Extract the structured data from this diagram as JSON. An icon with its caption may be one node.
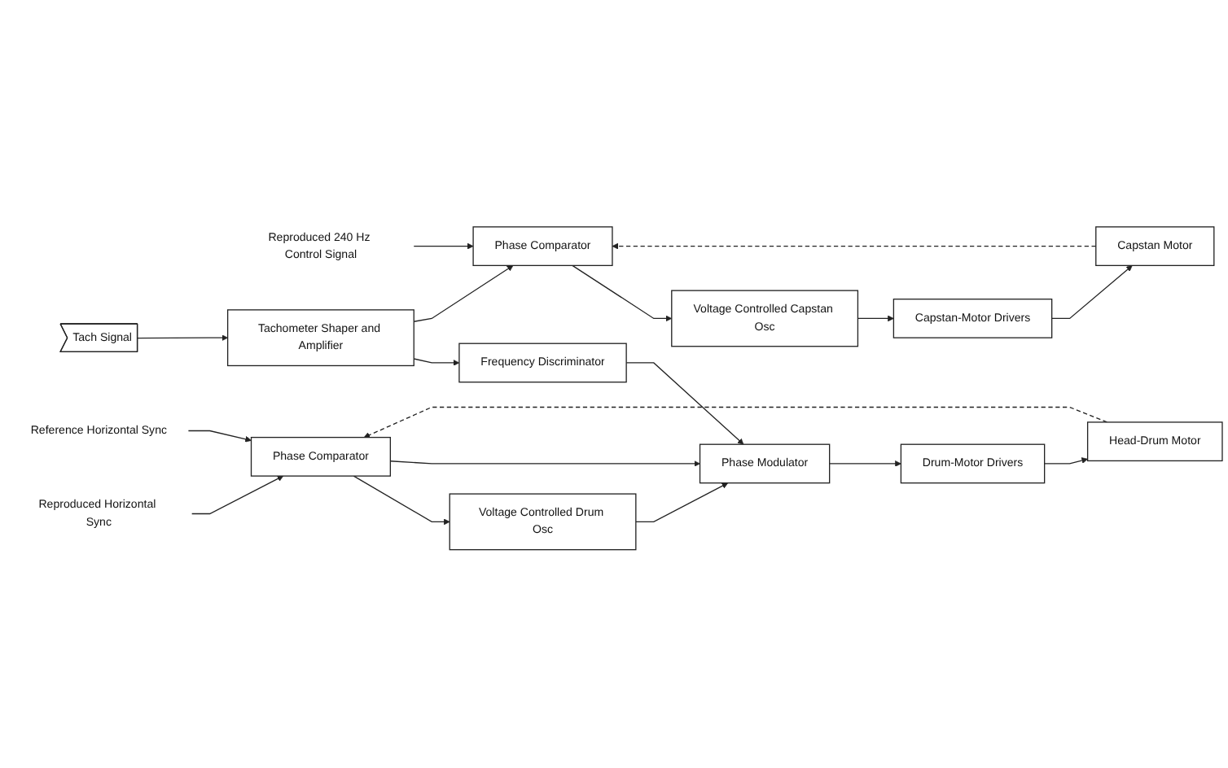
{
  "diagram": {
    "nodes": [
      {
        "text": [
          "Reproduced 240 Hz Control Signal"
        ]
      },
      {
        "text": [
          "Phase Comparator"
        ]
      },
      {
        "text": [
          "Voltage Controlled Capstan Osc"
        ]
      },
      {
        "text": [
          "Capstan-Motor Drivers"
        ]
      },
      {
        "text": [
          "Capstan Motor"
        ]
      },
      {
        "text": [
          "Reproduced Horizontal Sync"
        ]
      },
      {
        "text": [
          "Phase Comparator"
        ]
      },
      {
        "text": [
          "Voltage Controlled Drum Osc"
        ]
      },
      {
        "text": [
          "Reference Horizontal Sync"
        ]
      },
      {
        "text": [
          "Phase Modulator"
        ]
      },
      {
        "text": [
          "Drum-Motor Drivers"
        ]
      },
      {
        "text": [
          "Head-Drum Motor"
        ]
      },
      {
        "text": [
          "Frequency Discriminator"
        ]
      },
      {
        "text": [
          "Tachometer Shaper and Amplifier"
        ]
      },
      {
        "text": [
          "Tach Signal"
        ]
      }
    ],
    "edges": [
      {
        "from": 0,
        "to": 1,
        "arrow": "to"
      },
      {
        "from": 1,
        "to": 2,
        "arrow": "to"
      },
      {
        "from": 2,
        "to": 3,
        "arrow": "to"
      },
      {
        "from": 3,
        "to": 4,
        "arrow": "to"
      },
      {
        "from": 4,
        "to": 1,
        "arrow": "to",
        "style": "dashed"
      },
      {
        "from": 5,
        "to": 6,
        "arrow": "to"
      },
      {
        "from": 11,
        "to": 6,
        "arrow": "to",
        "style": "dashed"
      },
      {
        "from": 6,
        "to": 7,
        "arrow": "to"
      },
      {
        "from": 7,
        "to": 9,
        "arrow": "to"
      },
      {
        "from": 6,
        "to": 9,
        "arrow": "to"
      },
      {
        "from": 8,
        "to": 6,
        "arrow": "to"
      },
      {
        "from": 9,
        "to": 10,
        "arrow": "to"
      },
      {
        "from": 10,
        "to": 11,
        "arrow": "to"
      },
      {
        "from": 14,
        "to": 13,
        "arrow": "to"
      },
      {
        "from": 13,
        "to": 12,
        "arrow": "to"
      },
      {
        "from": 13,
        "to": 1,
        "arrow": "to"
      },
      {
        "from": 12,
        "to": 9,
        "arrow": "to"
      }
    ]
  }
}
